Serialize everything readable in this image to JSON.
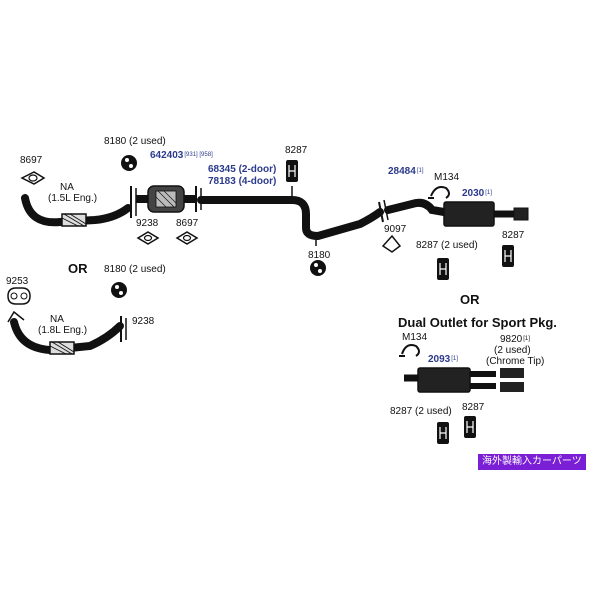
{
  "labels": {
    "p8180_top": "8180 (2 used)",
    "p642403": "642403",
    "p642403_note": "[931] [958]",
    "p68345": "68345 (2-door)",
    "p78183": "78183 (4-door)",
    "p8287_top": "8287",
    "p8697_left": "8697",
    "na_15_line1": "NA",
    "na_15_line2": "(1.5L Eng.)",
    "p9238_top": "9238",
    "p8697_mid": "8697",
    "p8180_mid": "8180",
    "p28484": "28484",
    "p28484_note": "[1]",
    "pM134_top": "M134",
    "p2030": "2030",
    "p2030_note": "[1]",
    "p9097": "9097",
    "p8287_2used": "8287 (2 used)",
    "p8287_right": "8287",
    "or_1": "OR",
    "p9253": "9253",
    "p8180_alt": "8180 (2 used)",
    "p9238_bot": "9238",
    "na_18_line1": "NA",
    "na_18_line2": "(1.8L Eng.)",
    "or_2": "OR",
    "dual_title": "Dual Outlet for Sport Pkg.",
    "pM134_bot": "M134",
    "p9820": "9820",
    "p9820_note": "[1]",
    "p9820_used": "(2 used)",
    "chrome_tip": "(Chrome Tip)",
    "p2093": "2093",
    "p2093_note": "[1]",
    "p8287_2used_bot": "8287 (2 used)",
    "p8287_bot": "8287",
    "badge": "海外製輸入カーパーツ"
  },
  "colors": {
    "part_number_blue": "#2b3a8c",
    "pipe_black": "#111111",
    "badge_purple": "#7a1fd6"
  }
}
